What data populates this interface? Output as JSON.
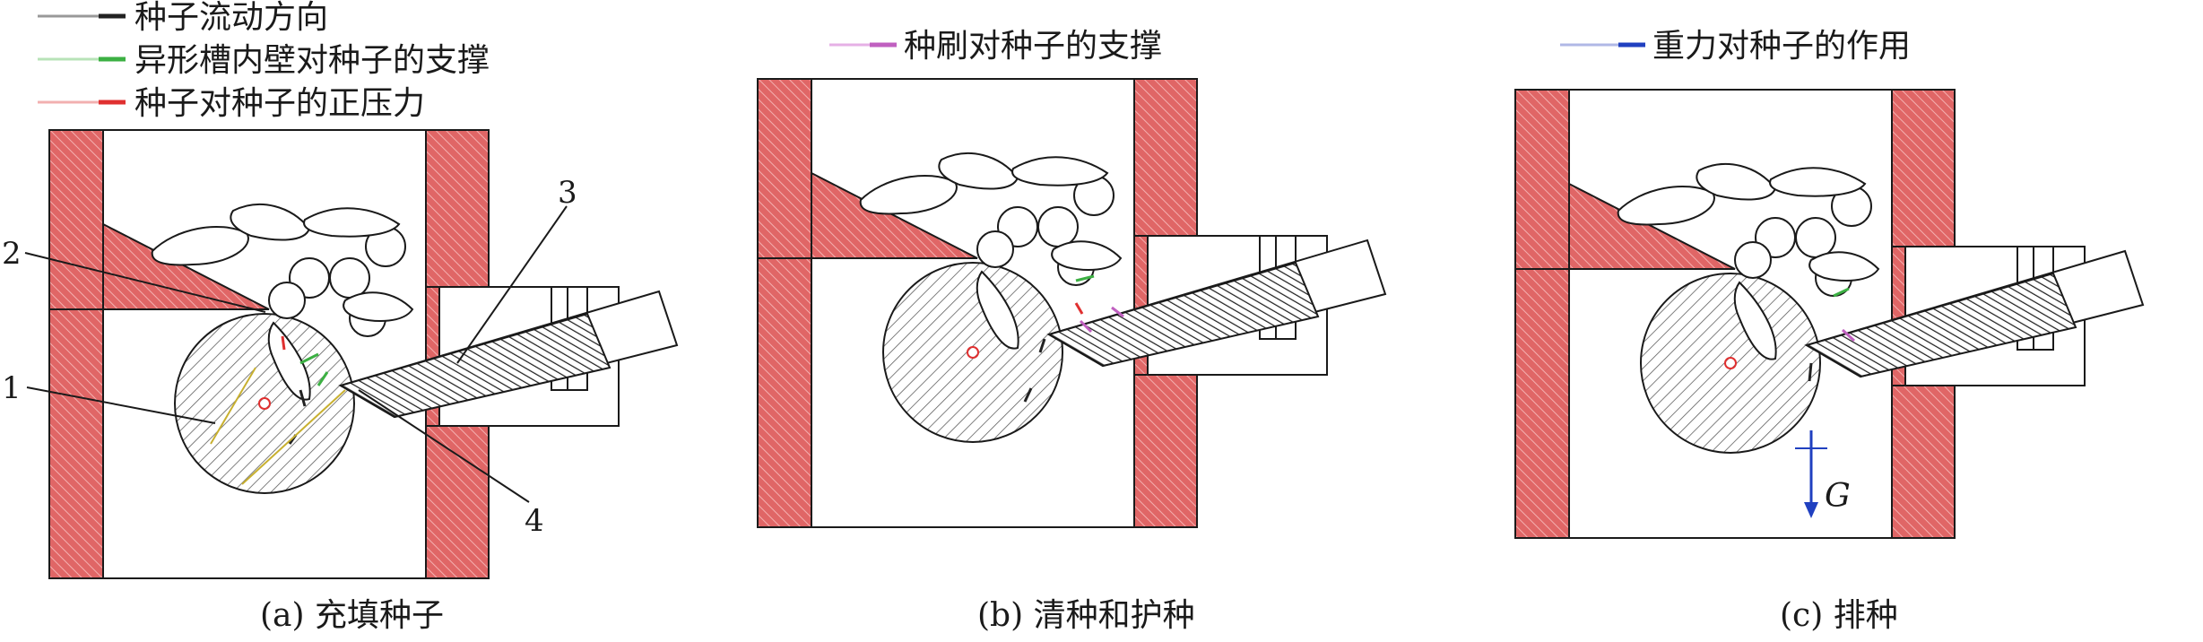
{
  "legend_a": [
    {
      "label": "种子流动方向",
      "color": "#222222"
    },
    {
      "label": "异形槽内壁对种子的支撑",
      "color": "#3cb043"
    },
    {
      "label": "种子对种子的正压力",
      "color": "#e03030"
    }
  ],
  "legend_b": {
    "label": "种刷对种子的支撑",
    "color": "#c060c0"
  },
  "legend_c": {
    "label": "重力对种子的作用",
    "color": "#2040c0"
  },
  "captions": {
    "a": "(a) 充填种子",
    "b": "(b) 清种和护种",
    "c": "(c) 排种"
  },
  "callouts": [
    "1",
    "2",
    "3",
    "4"
  ],
  "gravity_label": "G",
  "colors": {
    "wall": "#e06666",
    "hatch": "#444444",
    "outline": "#1a1a1a"
  }
}
